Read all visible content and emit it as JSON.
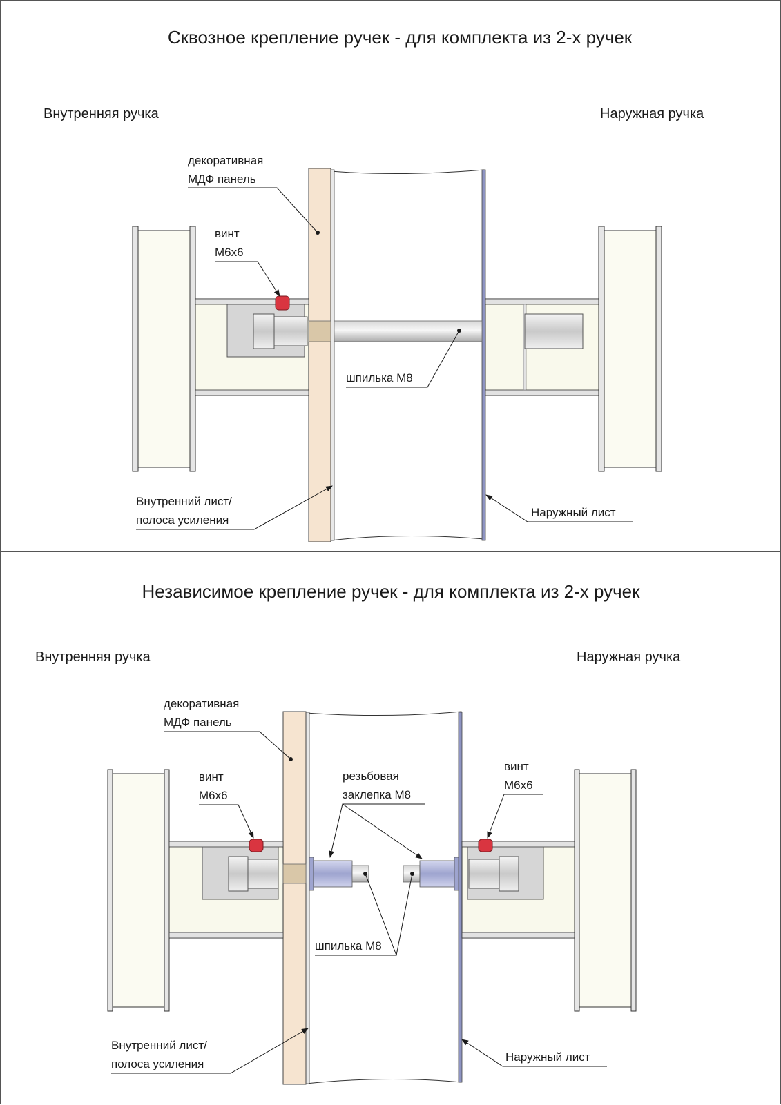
{
  "diagrams": [
    {
      "title": "Сквозное крепление ручек - для комплекта из 2-х ручек",
      "inner_handle": "Внутренняя ручка",
      "outer_handle": "Наружная ручка",
      "mdf_line1": "декоративная",
      "mdf_line2": "МДФ панель",
      "screw_line1": "винт",
      "screw_line2": "М6х6",
      "stud": "шпилька М8",
      "inner_sheet_line1": "Внутренний лист/",
      "inner_sheet_line2": "полоса усиления",
      "outer_sheet": "Наружный лист"
    },
    {
      "title": "Независимое крепление ручек - для комплекта из 2-х ручек",
      "inner_handle": "Внутренняя ручка",
      "outer_handle": "Наружная ручка",
      "mdf_line1": "декоративная",
      "mdf_line2": "МДФ панель",
      "screw_line1": "винт",
      "screw_line2": "М6х6",
      "screw2_line1": "винт",
      "screw2_line2": "М6х6",
      "rivet_line1": "резьбовая",
      "rivet_line2": "заклепка М8",
      "stud": "шпилька М8",
      "inner_sheet_line1": "Внутренний лист/",
      "inner_sheet_line2": "полоса усиления",
      "outer_sheet": "Наружный лист"
    }
  ],
  "colors": {
    "mdf": "#f6e4d0",
    "screw": "#d93540",
    "rivet": "#b8bcdc",
    "outer_sheet_edge": "#7f86b8",
    "metal": "#dcdcdc"
  }
}
